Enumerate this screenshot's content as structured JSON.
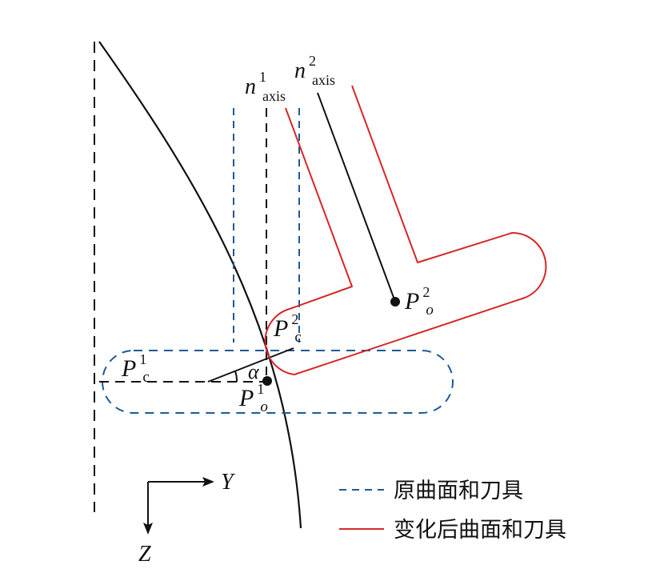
{
  "colors": {
    "original": "#1f5a96",
    "modified": "#d62728",
    "ink": "#111111"
  },
  "axes": {
    "y_label": "Y",
    "z_label": "Z"
  },
  "labels": {
    "n1_main": "n",
    "n1_sup": "1",
    "n1_sub": "axis",
    "n2_main": "n",
    "n2_sup": "2",
    "n2_sub": "axis",
    "pc1_main": "P",
    "pc1_sup": "1",
    "pc1_sub": "c",
    "pc2_main": "P",
    "pc2_sup": "2",
    "pc2_sub": "c",
    "po1_main": "P",
    "po1_sup": "1",
    "po1_sub": "o",
    "po2_main": "P",
    "po2_sup": "2",
    "po2_sub": "o",
    "alpha": "α"
  },
  "legend": {
    "original": "原曲面和刀具",
    "modified": "变化后曲面和刀具"
  }
}
